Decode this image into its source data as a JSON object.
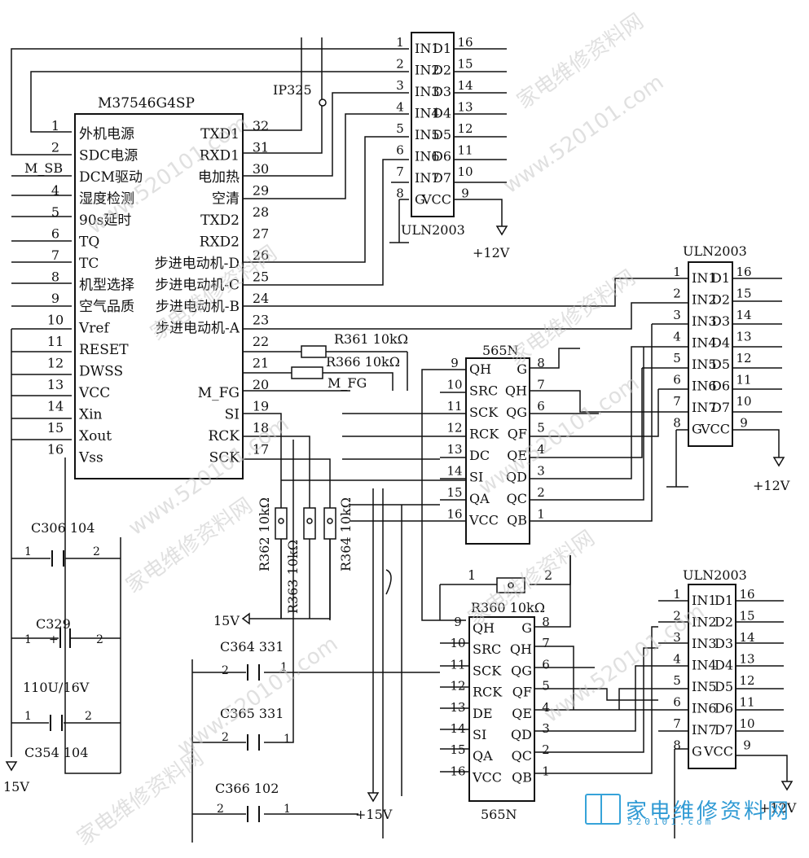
{
  "mcu": {
    "name": "M37546G4SP",
    "left_pins": [
      {
        "num": "1",
        "label": "外机电源"
      },
      {
        "num": "2",
        "label": "SDC电源"
      },
      {
        "num": "",
        "label": "DCM驱动"
      },
      {
        "num": "4",
        "label": "湿度检测"
      },
      {
        "num": "5",
        "label": "90s延时"
      },
      {
        "num": "6",
        "label": "TQ"
      },
      {
        "num": "7",
        "label": "TC"
      },
      {
        "num": "8",
        "label": "机型选择"
      },
      {
        "num": "9",
        "label": "空气品质"
      },
      {
        "num": "10",
        "label": "Vref"
      },
      {
        "num": "11",
        "label": "RESET"
      },
      {
        "num": "12",
        "label": "DWSS"
      },
      {
        "num": "13",
        "label": "VCC"
      },
      {
        "num": "14",
        "label": "Xin"
      },
      {
        "num": "15",
        "label": "Xout"
      },
      {
        "num": "16",
        "label": "Vss"
      }
    ],
    "right_pins": [
      {
        "num": "32",
        "label": "TXD1"
      },
      {
        "num": "31",
        "label": "RXD1"
      },
      {
        "num": "30",
        "label": "电加热"
      },
      {
        "num": "29",
        "label": "空清"
      },
      {
        "num": "28",
        "label": "TXD2"
      },
      {
        "num": "27",
        "label": "RXD2"
      },
      {
        "num": "26",
        "label": "步进电动机-D"
      },
      {
        "num": "25",
        "label": "步进电动机-C"
      },
      {
        "num": "24",
        "label": "步进电动机-B"
      },
      {
        "num": "23",
        "label": "步进电动机-A"
      },
      {
        "num": "22",
        "label": ""
      },
      {
        "num": "21",
        "label": ""
      },
      {
        "num": "20",
        "label": "M_FG"
      },
      {
        "num": "19",
        "label": "SI"
      },
      {
        "num": "18",
        "label": "RCK"
      },
      {
        "num": "17",
        "label": "SCK"
      }
    ],
    "msb_label": "M_SB"
  },
  "uln1": {
    "name": "ULN2003",
    "left_labels": [
      "IN1",
      "IN2",
      "IN3",
      "IN4",
      "IN5",
      "IN6",
      "IN7",
      "G"
    ],
    "right_labels": [
      "D1",
      "D2",
      "D3",
      "D4",
      "D5",
      "D6",
      "D7",
      "VCC"
    ],
    "left_nums": [
      "1",
      "2",
      "3",
      "4",
      "5",
      "6",
      "7",
      "8"
    ],
    "right_nums": [
      "16",
      "15",
      "14",
      "13",
      "12",
      "11",
      "10",
      "9"
    ],
    "supply": "+12V"
  },
  "uln2": {
    "name": "ULN2003",
    "left_labels": [
      "IN1",
      "IN2",
      "IN3",
      "IN4",
      "IN5",
      "IN6",
      "IN7",
      "G"
    ],
    "right_labels": [
      "D1",
      "D2",
      "D3",
      "D4",
      "D5",
      "D6",
      "D7",
      "VCC"
    ],
    "left_nums": [
      "1",
      "2",
      "3",
      "4",
      "5",
      "6",
      "7",
      "8"
    ],
    "right_nums": [
      "16",
      "15",
      "14",
      "13",
      "12",
      "11",
      "10",
      "9"
    ],
    "supply": "+12V"
  },
  "uln3": {
    "name": "ULN2003",
    "left_labels": [
      "IN1",
      "IN2",
      "IN3",
      "IN4",
      "IN5",
      "IN6",
      "IN7",
      "G"
    ],
    "right_labels": [
      "D1",
      "D2",
      "D3",
      "D4",
      "D5",
      "D6",
      "D7",
      "VCC"
    ],
    "left_nums": [
      "1",
      "2",
      "3",
      "4",
      "5",
      "6",
      "7",
      "8"
    ],
    "right_nums": [
      "16",
      "15",
      "14",
      "13",
      "12",
      "11",
      "10",
      "9"
    ],
    "supply": "+12V"
  },
  "sr1": {
    "name": "565N",
    "left_labels": [
      "QH",
      "SRC",
      "SCK",
      "RCK",
      "DC",
      "SI",
      "QA",
      "VCC"
    ],
    "right_labels": [
      "G",
      "QH",
      "QG",
      "QF",
      "QE",
      "QD",
      "QC",
      "QB"
    ],
    "left_nums": [
      "9",
      "10",
      "11",
      "12",
      "13",
      "14",
      "15",
      "16"
    ],
    "right_nums": [
      "8",
      "7",
      "6",
      "5",
      "4",
      "3",
      "2",
      "1"
    ]
  },
  "sr2": {
    "name": "565N",
    "left_labels": [
      "QH",
      "SRC",
      "SCK",
      "RCK",
      "DE",
      "SI",
      "QA",
      "VCC"
    ],
    "right_labels": [
      "G",
      "QH",
      "QG",
      "QF",
      "QE",
      "QD",
      "QC",
      "QB"
    ],
    "left_nums": [
      "9",
      "10",
      "11",
      "12",
      "13",
      "14",
      "15",
      "16"
    ],
    "right_nums": [
      "8",
      "7",
      "6",
      "5",
      "4",
      "3",
      "2",
      "1"
    ]
  },
  "labels": {
    "ip325": "IP325",
    "r361": "R361 10kΩ",
    "r366": "R366 10kΩ",
    "m_fg": "M_FG",
    "r362": "R362 10kΩ",
    "r363": "R363 10kΩ",
    "r364": "R364 10kΩ",
    "r360": "R360 10kΩ",
    "c306": "C306  104",
    "c329": "C329",
    "c329_val": "110U/16V",
    "c354": "C354  104",
    "c364": "C364  331",
    "c365": "C365  331",
    "c366": "C366  102",
    "v15_left": "15V",
    "v15_mid": "15V",
    "v15_bottom": "+15V",
    "watermark": "www.520101.com",
    "watermark_cn": "家电维修资料网",
    "logo_text": "家电维修资料网",
    "logo_sub": "520101.com"
  }
}
